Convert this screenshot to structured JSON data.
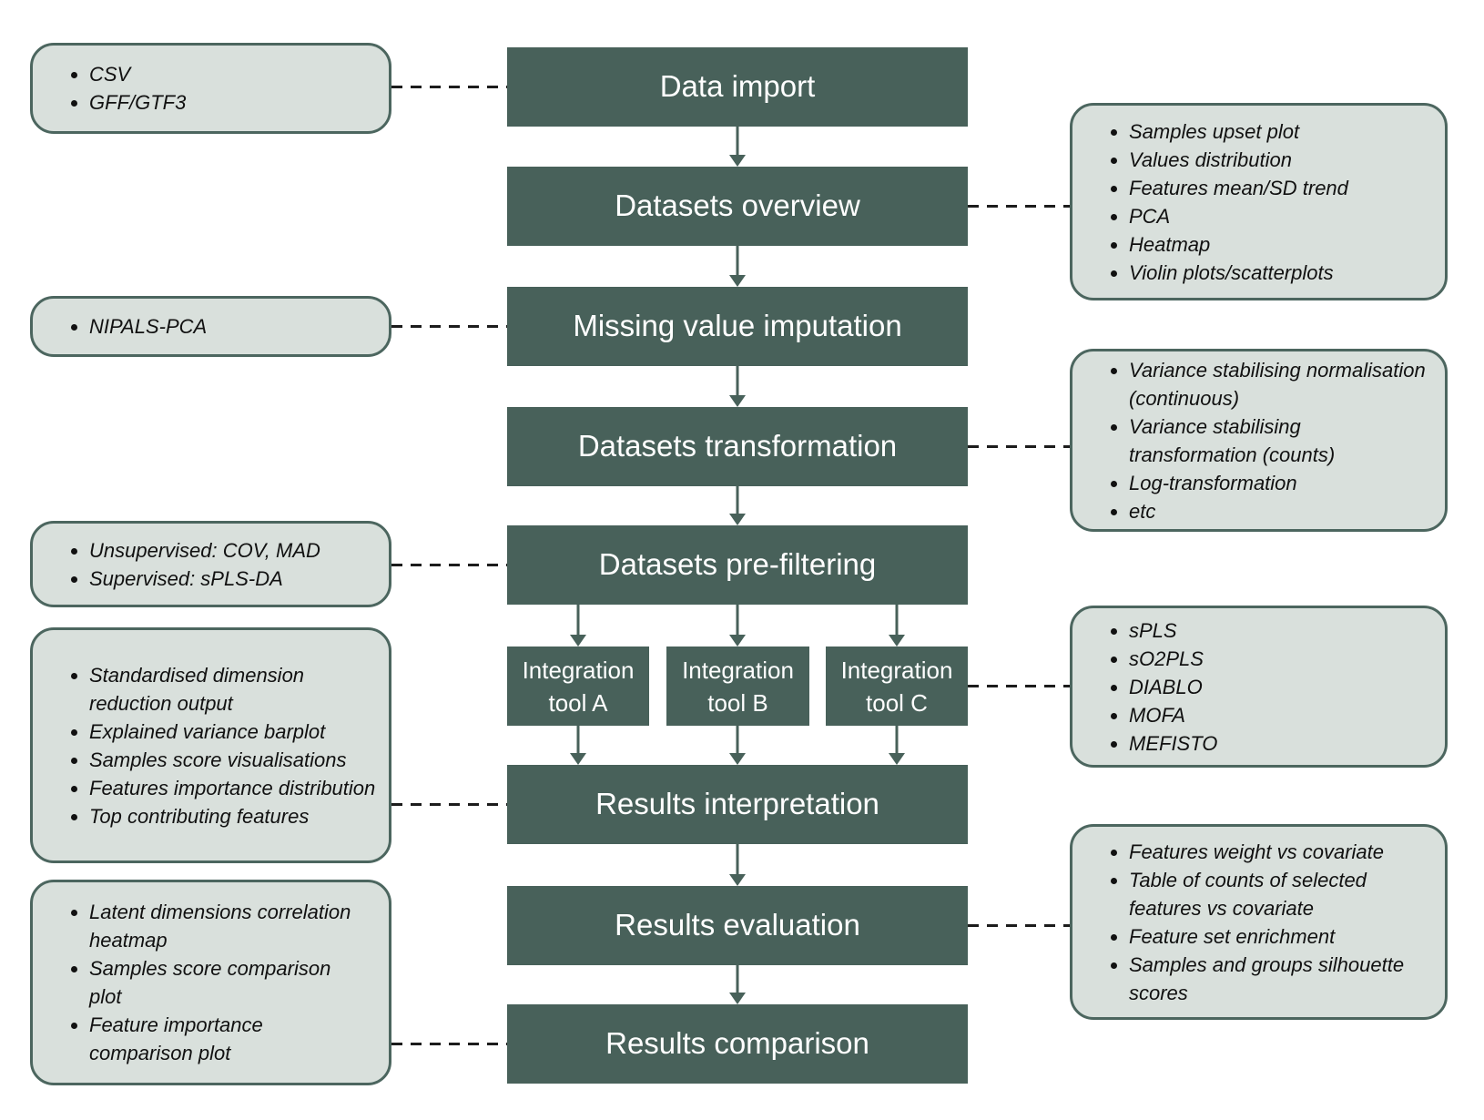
{
  "colors": {
    "flow_box": "#48615A",
    "flow_text": "#FFFFFF",
    "note_fill": "#D9E0DC",
    "note_border": "#4C665F",
    "note_text": "#111111",
    "connector": "#1C1C1C",
    "arrow": "#48615A"
  },
  "flow": {
    "steps": [
      {
        "label": "Data import"
      },
      {
        "label": "Datasets overview"
      },
      {
        "label": "Missing value imputation"
      },
      {
        "label": "Datasets transformation"
      },
      {
        "label": "Datasets pre-filtering"
      },
      {
        "label": "Results interpretation"
      },
      {
        "label": "Results evaluation"
      },
      {
        "label": "Results comparison"
      }
    ],
    "integration_tools": [
      {
        "label": "Integration tool A"
      },
      {
        "label": "Integration tool B"
      },
      {
        "label": "Integration tool C"
      }
    ]
  },
  "annotations": {
    "left": [
      {
        "items": [
          "CSV",
          "GFF/GTF3"
        ]
      },
      {
        "items": [
          "NIPALS-PCA"
        ]
      },
      {
        "items": [
          "Unsupervised: COV, MAD",
          "Supervised: sPLS-DA"
        ]
      },
      {
        "items": [
          "Standardised dimension reduction output",
          "Explained variance barplot",
          "Samples score visualisations",
          "Features importance distribution",
          "Top contributing features"
        ]
      },
      {
        "items": [
          "Latent dimensions correlation heatmap",
          "Samples score comparison plot",
          "Feature importance comparison plot"
        ]
      }
    ],
    "right": [
      {
        "items": [
          "Samples upset plot",
          "Values distribution",
          "Features mean/SD trend",
          "PCA",
          "Heatmap",
          "Violin plots/scatterplots"
        ]
      },
      {
        "items": [
          "Variance stabilising normalisation (continuous)",
          "Variance stabilising transformation (counts)",
          "Log-transformation",
          "etc"
        ]
      },
      {
        "items": [
          "sPLS",
          "sO2PLS",
          "DIABLO",
          "MOFA",
          "MEFISTO"
        ]
      },
      {
        "items": [
          "Features weight vs covariate",
          "Table of counts of selected features vs covariate",
          "Feature set enrichment",
          "Samples and groups silhouette scores"
        ]
      }
    ]
  }
}
